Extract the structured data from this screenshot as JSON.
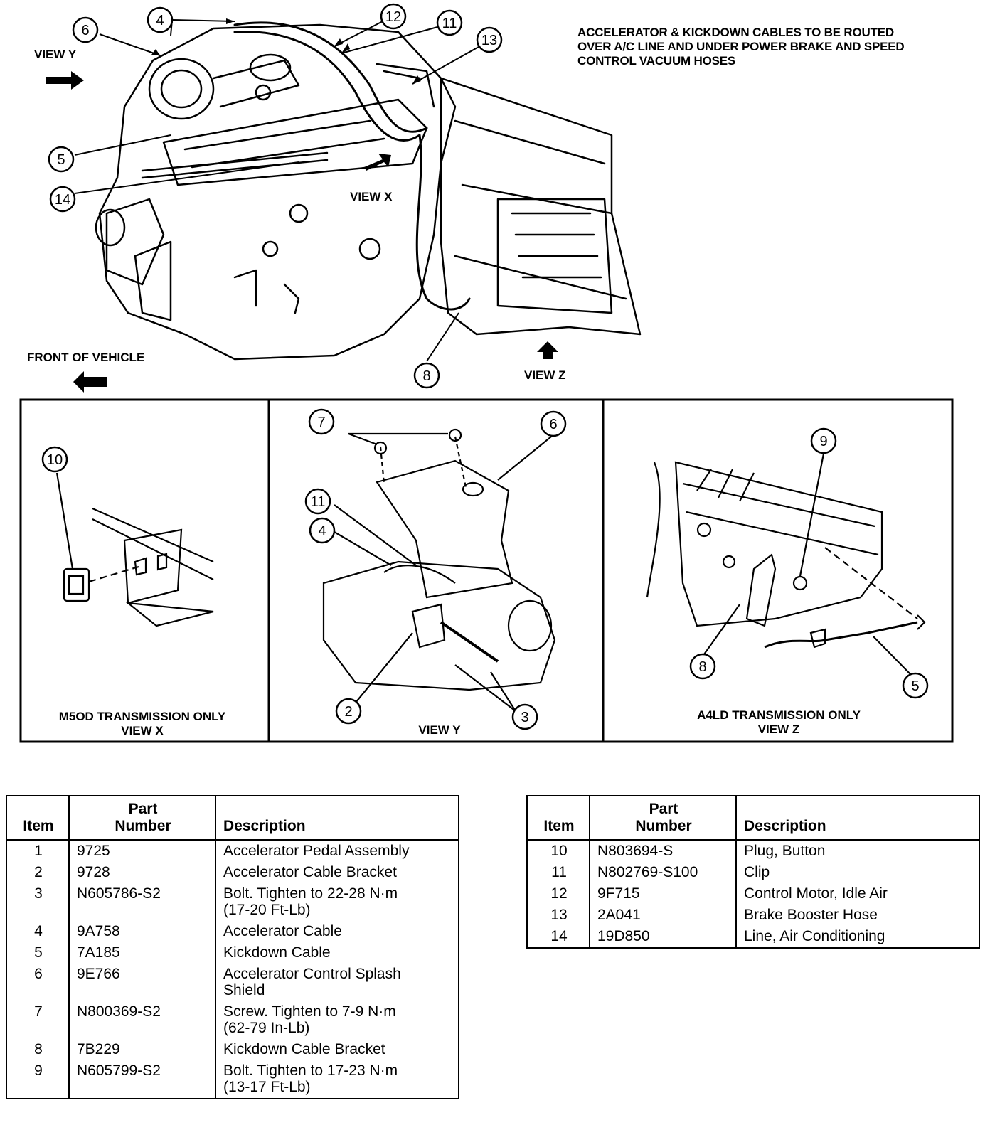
{
  "note": {
    "lines": [
      "ACCELERATOR & KICKDOWN CABLES TO BE ROUTED",
      "OVER A/C LINE AND UNDER POWER BRAKE AND SPEED",
      "CONTROL VACUUM HOSES"
    ]
  },
  "labels": {
    "view_y_arrow": "VIEW Y",
    "view_x_arrow": "VIEW X",
    "view_z_arrow": "VIEW Z",
    "front_of_vehicle": "FRONT OF VEHICLE"
  },
  "callouts_main": [
    "6",
    "4",
    "12",
    "11",
    "13",
    "5",
    "14",
    "8"
  ],
  "panels": {
    "view_x": {
      "caption_1": "M5OD TRANSMISSION ONLY",
      "caption_2": "VIEW X",
      "callout": "10"
    },
    "view_y": {
      "caption_1": "VIEW Y",
      "callouts": [
        "7",
        "6",
        "11",
        "4",
        "2",
        "3"
      ]
    },
    "view_z": {
      "caption_1": "A4LD TRANSMISSION ONLY",
      "caption_2": "VIEW Z",
      "callouts": [
        "9",
        "8",
        "5"
      ]
    }
  },
  "table": {
    "headers": {
      "item": "Item",
      "part_1": "Part",
      "part_2": "Number",
      "description": "Description"
    },
    "left": [
      {
        "item": "1",
        "part": "9725",
        "desc": [
          "Accelerator Pedal Assembly"
        ]
      },
      {
        "item": "2",
        "part": "9728",
        "desc": [
          "Accelerator Cable Bracket"
        ]
      },
      {
        "item": "3",
        "part": "N605786-S2",
        "desc": [
          "Bolt. Tighten to 22-28 N·m",
          "(17-20 Ft-Lb)"
        ]
      },
      {
        "item": "4",
        "part": "9A758",
        "desc": [
          "Accelerator Cable"
        ]
      },
      {
        "item": "5",
        "part": "7A185",
        "desc": [
          "Kickdown Cable"
        ]
      },
      {
        "item": "6",
        "part": "9E766",
        "desc": [
          "Accelerator Control Splash",
          "Shield"
        ]
      },
      {
        "item": "7",
        "part": "N800369-S2",
        "desc": [
          "Screw. Tighten to 7-9 N·m",
          "(62-79 In-Lb)"
        ]
      },
      {
        "item": "8",
        "part": "7B229",
        "desc": [
          "Kickdown Cable Bracket"
        ]
      },
      {
        "item": "9",
        "part": "N605799-S2",
        "desc": [
          "Bolt. Tighten to 17-23 N·m",
          "(13-17 Ft-Lb)"
        ]
      }
    ],
    "right": [
      {
        "item": "10",
        "part": "N803694-S",
        "desc": [
          "Plug, Button"
        ]
      },
      {
        "item": "11",
        "part": "N802769-S100",
        "desc": [
          "Clip"
        ]
      },
      {
        "item": "12",
        "part": "9F715",
        "desc": [
          "Control Motor, Idle Air"
        ]
      },
      {
        "item": "13",
        "part": "2A041",
        "desc": [
          "Brake Booster Hose"
        ]
      },
      {
        "item": "14",
        "part": "19D850",
        "desc": [
          "Line, Air Conditioning"
        ]
      }
    ]
  }
}
